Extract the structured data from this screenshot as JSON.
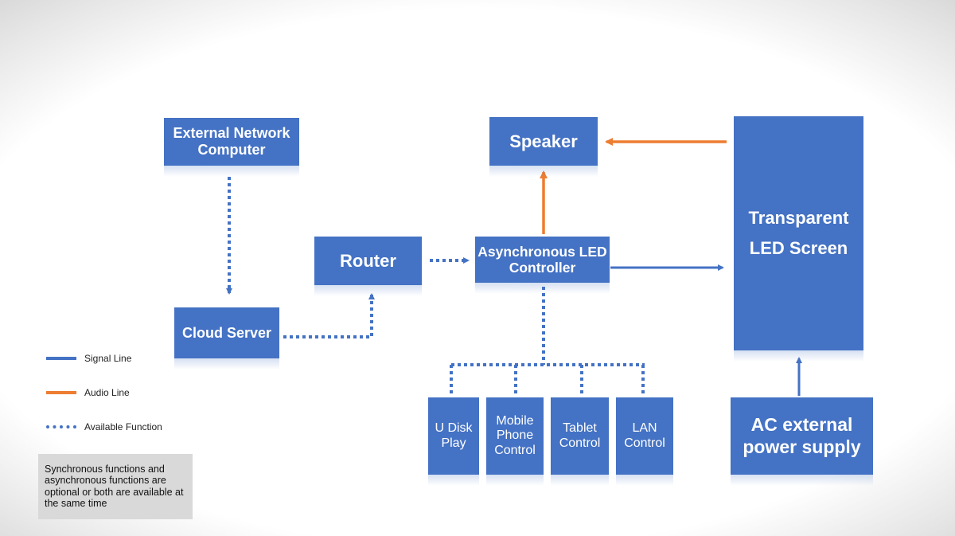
{
  "nodes": {
    "external_network_computer": "External Network Computer",
    "cloud_server": "Cloud Server",
    "router": "Router",
    "speaker": "Speaker",
    "async_controller": "Asynchronous LED Controller",
    "transparent_screen": "Transparent LED Screen",
    "ac_power": "AC external power supply",
    "u_disk": "U Disk Play",
    "mobile_control": "Mobile Phone Control",
    "tablet_control": "Tablet Control",
    "lan_control": "LAN Control"
  },
  "legend": {
    "signal": "Signal Line",
    "audio": "Audio Line",
    "available": "Available Function"
  },
  "note": "Synchronous functions and asynchronous functions are optional or both are available at the same time",
  "colors": {
    "box": "#4472c4",
    "signal": "#4472c4",
    "audio": "#ed7d31",
    "note_bg": "#d9d9d9"
  }
}
